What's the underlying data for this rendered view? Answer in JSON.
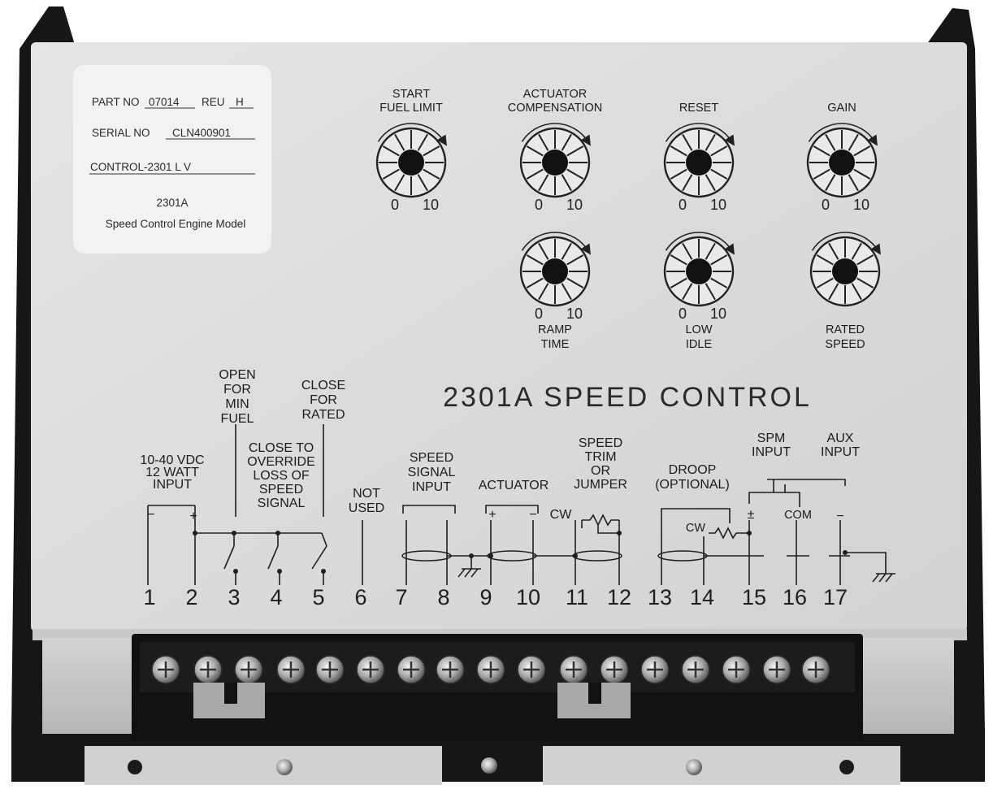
{
  "sticker": {
    "part_label": "PART NO",
    "part_no": "07014",
    "rev_label": "REU",
    "rev": "H",
    "serial_label": "SERIAL NO",
    "serial_no": "CLN400901",
    "control": "CONTROL-2301 L V",
    "model": "2301A",
    "description": "Speed Control Engine Model"
  },
  "title": "2301A  SPEED  CONTROL",
  "dials": [
    {
      "line1": "START",
      "line2": "FUEL  LIMIT",
      "min": "0",
      "max": "10"
    },
    {
      "line1": "ACTUATOR",
      "line2": "COMPENSATION",
      "min": "0",
      "max": "10"
    },
    {
      "line1": "",
      "line2": "RESET",
      "min": "0",
      "max": "10"
    },
    {
      "line1": "",
      "line2": "GAIN",
      "min": "0",
      "max": "10"
    },
    {
      "line1": "RAMP",
      "line2": "TIME",
      "min": "0",
      "max": "10"
    },
    {
      "line1": "LOW",
      "line2": "IDLE",
      "min": "0",
      "max": "10"
    },
    {
      "line1": "RATED",
      "line2": "SPEED",
      "min": "",
      "max": ""
    }
  ],
  "wiring": {
    "open_min_fuel": [
      "OPEN",
      "FOR",
      "MIN",
      "FUEL"
    ],
    "close_rated": [
      "CLOSE",
      "FOR",
      "RATED"
    ],
    "power_input": [
      "10-40 VDC",
      "12 WATT",
      "INPUT"
    ],
    "override": [
      "CLOSE  TO",
      "OVERRIDE",
      "LOSS  OF",
      "SPEED",
      "SIGNAL"
    ],
    "not_used": [
      "NOT",
      "USED"
    ],
    "speed_signal": [
      "SPEED",
      "SIGNAL",
      "INPUT"
    ],
    "actuator": "ACTUATOR",
    "speed_trim": [
      "SPEED",
      "TRIM",
      "OR",
      "JUMPER"
    ],
    "droop": [
      "DROOP",
      "(OPTIONAL)"
    ],
    "spm_input": [
      "SPM",
      "INPUT"
    ],
    "aux_input": [
      "AUX",
      "INPUT"
    ],
    "cw": "CW",
    "com": "COM",
    "minus": "−",
    "plus": "+",
    "plusminus": "±"
  },
  "terminals": [
    "1",
    "2",
    "3",
    "4",
    "5",
    "6",
    "7",
    "8",
    "9",
    "10",
    "11",
    "12",
    "13",
    "14",
    "15",
    "16",
    "17"
  ],
  "colors": {
    "panel": "#d9dbdd",
    "housing": "#1a1a1a",
    "sticker": "#f1f1f1",
    "terminal_block": "#111111"
  }
}
